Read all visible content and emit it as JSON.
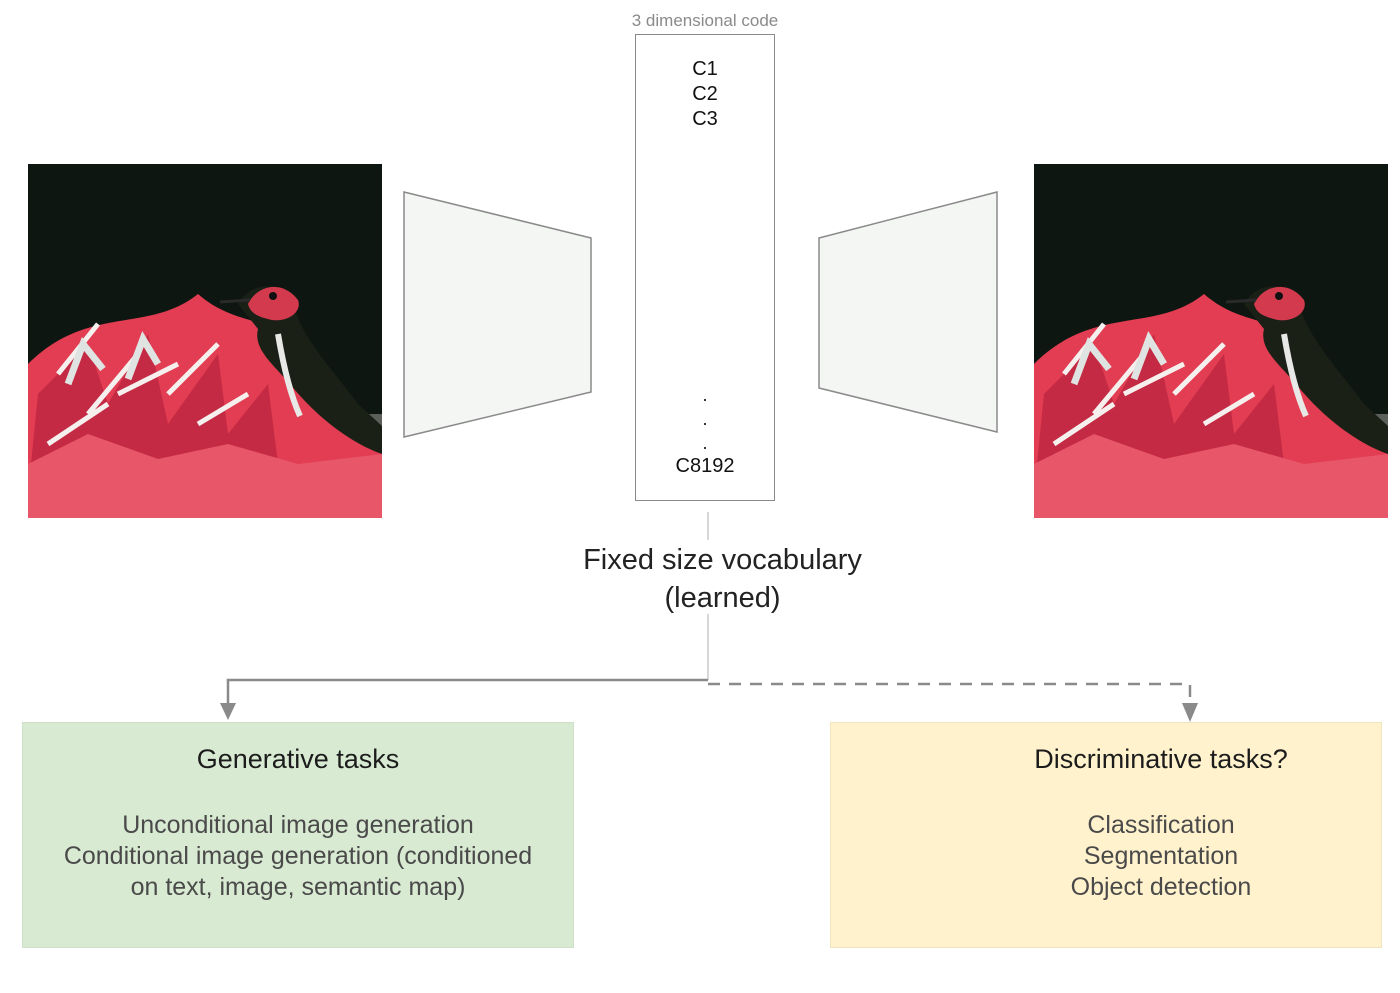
{
  "codebook": {
    "caption": "3 dimensional code",
    "entries": [
      "C1",
      "C2",
      "C3"
    ],
    "ellipsis": [
      ".",
      ".",
      "."
    ],
    "last_entry": "C8192"
  },
  "vocabulary": {
    "line1": "Fixed size vocabulary",
    "line2": "(learned)"
  },
  "generative": {
    "title": "Generative tasks",
    "lines": [
      "Unconditional image generation",
      "Conditional image generation (conditioned",
      "on text, image, semantic map)"
    ]
  },
  "discriminative": {
    "title": "Discriminative tasks?",
    "lines": [
      "Classification",
      "Segmentation",
      "Object detection"
    ]
  },
  "colors": {
    "generative_box": "#d9ead3",
    "discriminative_box": "#fff2cc",
    "connector": "#8a8a8a",
    "photo_background": "#0e1611",
    "flower_red": "#e23d52"
  }
}
